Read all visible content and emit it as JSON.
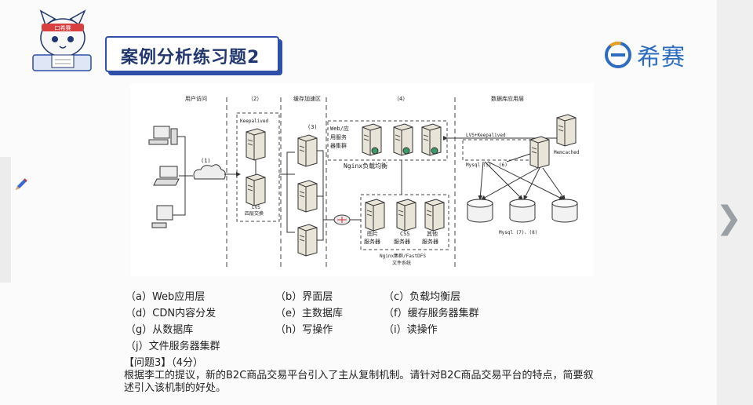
{
  "slide": {
    "title": "案例分析练习题2",
    "mascot_band": "口希赛",
    "logo_text": "希赛"
  },
  "diagram": {
    "zones": {
      "user_access": "用户访问",
      "zone2": "（2）",
      "cache": "缓存加速区",
      "zone4": "（4）",
      "database": "数据库应用层"
    },
    "labels": {
      "n1": "(1)",
      "keepalived": "Keepalived",
      "lvs": "LVS",
      "lvs_sub": "四层交换",
      "n3": "(3)",
      "web_cluster_1": "Web/应",
      "web_cluster_2": "用服务",
      "web_cluster_3": "器集群",
      "nginx_lb": "Nginx负载均衡",
      "lvs_keepalived": "LVS+Keepalived",
      "memcached": "Memcached",
      "mysql5": "Mysql (5)",
      "n6": "(6)",
      "mysql78": "Mysql (7)、(8)",
      "img1": "图片",
      "img2": "服务器",
      "css1": "CSS",
      "css2": "服务器",
      "other1": "其他",
      "other2": "服务器",
      "fs1": "Nginx集群/FastDFS",
      "fs2": "文件系统"
    }
  },
  "options": [
    [
      "（a）Web应用层",
      "（b）界面层",
      "（c）负载均衡层"
    ],
    [
      "（d）CDN内容分发",
      "（e）主数据库",
      "（f）缓存服务器集群"
    ],
    [
      "（g）从数据库",
      "（h）写操作",
      "（i）读操作"
    ],
    [
      "（j）文件服务器集群",
      "",
      ""
    ]
  ],
  "question": {
    "heading": "【问题3】（4分）",
    "body": "根据李工的提议，新的B2C商品交易平台引入了主从复制机制。请针对B2C商品交易平台的特点，简要叙述引入该机制的好处。"
  },
  "colors": {
    "title": "#22376f",
    "banner_border": "#2f4fa8",
    "logo": "#2d6cc0"
  },
  "icons": [
    "pencil-icon",
    "chevron-right-icon",
    "mascot-cat-icon",
    "logo-mark-icon"
  ]
}
